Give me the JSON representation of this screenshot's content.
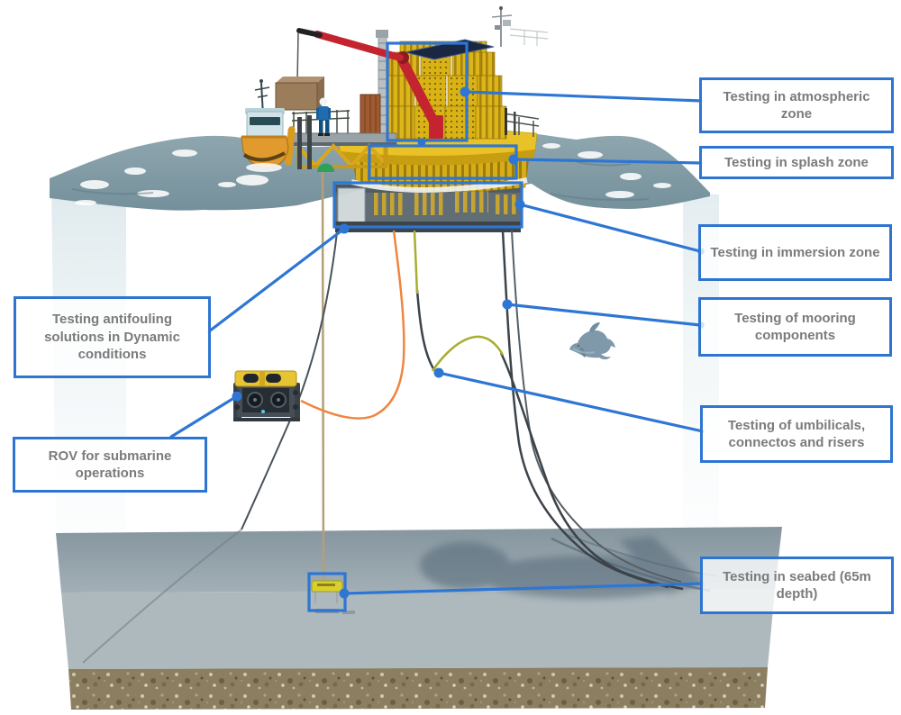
{
  "colors": {
    "accent_blue": "#2e75d2",
    "label_text": "#7b7b7b",
    "platform_yellow": "#e3ba1c",
    "crane_red": "#c42430",
    "tether_orange": "#ef8540",
    "umbilical_green": "#a8ae2f",
    "water_gray_blue": "#7e96a1",
    "seabed_gray": "#93a2ab",
    "sediment_brown": "#8b7e61"
  },
  "callouts": {
    "atmospheric": {
      "label": "Testing in atmospheric zone"
    },
    "splash": {
      "label": "Testing in splash zone"
    },
    "immersion": {
      "label": "Testing in immersion zone"
    },
    "mooring": {
      "label": "Testing of mooring components"
    },
    "umbilicals": {
      "label": "Testing of umbilicals, connectos and risers"
    },
    "seabed": {
      "label": "Testing in seabed (65m depth)"
    },
    "antifouling": {
      "label": "Testing antifouling solutions in Dynamic conditions"
    },
    "rov": {
      "label": "ROV for submarine operations"
    }
  },
  "scene": {
    "elements": [
      "test-platform",
      "specimen-rack-tower",
      "solar-panel",
      "weather-mast",
      "knuckle-boom-crane",
      "crane-load-crate",
      "supply-boat",
      "worker",
      "storage-container",
      "deck-walkway",
      "splash-zone-band",
      "immersion-structure",
      "mooring-lines",
      "umbilical-line",
      "rov-tether",
      "seabed-tendon",
      "rov",
      "dolphin",
      "seabed-test-frame",
      "water-surface",
      "underwater-walls",
      "seabed",
      "sediment-layer",
      "platform-shadow"
    ]
  }
}
